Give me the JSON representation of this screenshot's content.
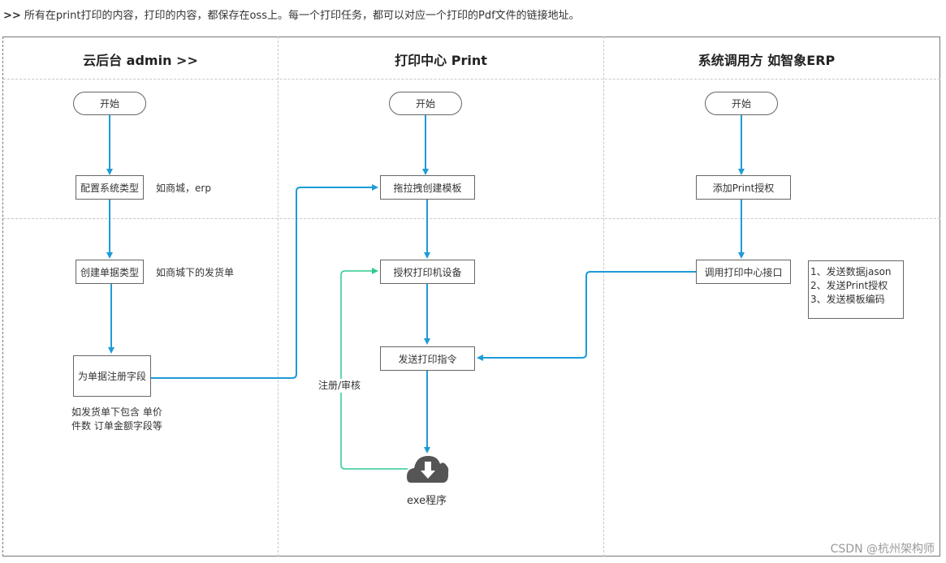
{
  "intro": {
    "prefix": ">>",
    "text": " 所有在print打印的内容，打印的内容，都保存在oss上。每一个打印任务，都可以对应一个打印的Pdf文件的链接地址。"
  },
  "lanes": [
    {
      "title": "云后台 admin  >>"
    },
    {
      "title": "打印中心 Print"
    },
    {
      "title": "系统调用方 如智象ERP"
    }
  ],
  "nodes": {
    "admin_start": "开始",
    "admin_config_system_type": "配置系统类型",
    "admin_create_doc_type": "创建单据类型",
    "admin_register_fields": "为单据注册字段",
    "print_start": "开始",
    "print_drag_template": "拖拉拽创建模板",
    "print_authorize_printer": "授权打印机设备",
    "print_send_command": "发送打印指令",
    "print_exe_program": "exe程序",
    "erp_start": "开始",
    "erp_add_auth": "添加Print授权",
    "erp_call_api": "调用打印中心接口"
  },
  "notes": {
    "config_example": "如商城，erp",
    "doc_type_example": "如商城下的发货单",
    "fields_example_line1": "如发货单下包含 单价",
    "fields_example_line2": "件数  订单金额字段等",
    "register_review": "注册/审核",
    "api_steps": [
      "1、发送数据jason",
      "2、发送Print授权",
      "3、发送模板编码"
    ]
  },
  "colors": {
    "flow_blue": "#1e9bd7",
    "register_green": "#2ecc8f",
    "cloud_gray": "#555555"
  },
  "watermark": "CSDN @杭州架构师"
}
